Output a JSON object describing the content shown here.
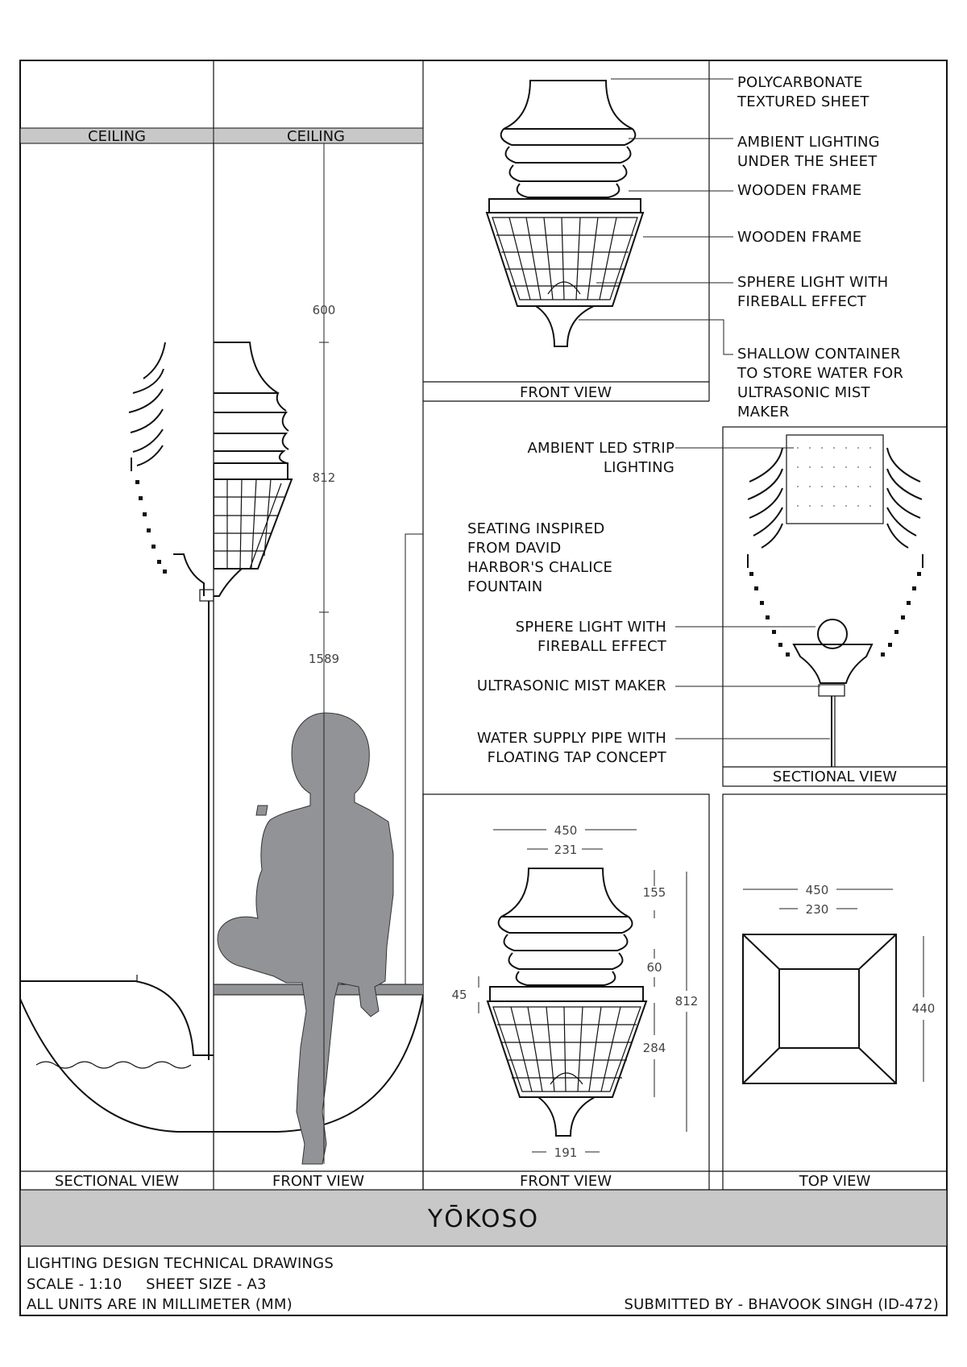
{
  "ceiling_labels": [
    "CEILING",
    "CEILING"
  ],
  "view_captions": {
    "sectional_left": "SECTIONAL VIEW",
    "front_left": "FRONT VIEW",
    "front_top": "FRONT VIEW",
    "sectional_right": "SECTIONAL VIEW",
    "front_bottom": "FRONT VIEW",
    "top_view": "TOP VIEW"
  },
  "callouts_front": [
    [
      "POLYCARBONATE",
      "TEXTURED SHEET"
    ],
    [
      "AMBIENT LIGHTING",
      "UNDER THE SHEET"
    ],
    [
      "WOODEN FRAME"
    ],
    [
      "WOODEN FRAME"
    ],
    [
      "SPHERE LIGHT WITH",
      "FIREBALL EFFECT"
    ],
    [
      "SHALLOW CONTAINER",
      "TO STORE WATER FOR",
      "ULTRASONIC MIST",
      "MAKER"
    ]
  ],
  "callouts_section": [
    [
      "AMBIENT LED STRIP",
      "LIGHTING"
    ],
    [
      "SEATING INSPIRED",
      "FROM DAVID",
      "HARBOR'S CHALICE",
      "FOUNTAIN"
    ],
    [
      "SPHERE LIGHT WITH",
      "FIREBALL EFFECT"
    ],
    [
      "ULTRASONIC MIST MAKER"
    ],
    [
      "WATER SUPPLY PIPE WITH",
      "FLOATING TAP CONCEPT"
    ]
  ],
  "dimensions_elevation": [
    "600",
    "812",
    "1589"
  ],
  "dimensions_front": [
    "450",
    "231",
    "155",
    "60",
    "45",
    "812",
    "284",
    "191"
  ],
  "dimensions_top": [
    "450",
    "230",
    "440"
  ],
  "title": "YŌKOSO",
  "footer": {
    "line1": "LIGHTING DESIGN TECHNICAL DRAWINGS",
    "line2": "SCALE - 1:10     SHEET SIZE - A3",
    "line3": "ALL UNITS ARE IN MILLIMETER (MM)",
    "submitted": "SUBMITTED BY - BHAVOOK SINGH (ID-472)"
  },
  "colors": {
    "silhouette": "#929396",
    "band": "#c8c8c8",
    "line": "#111111"
  }
}
